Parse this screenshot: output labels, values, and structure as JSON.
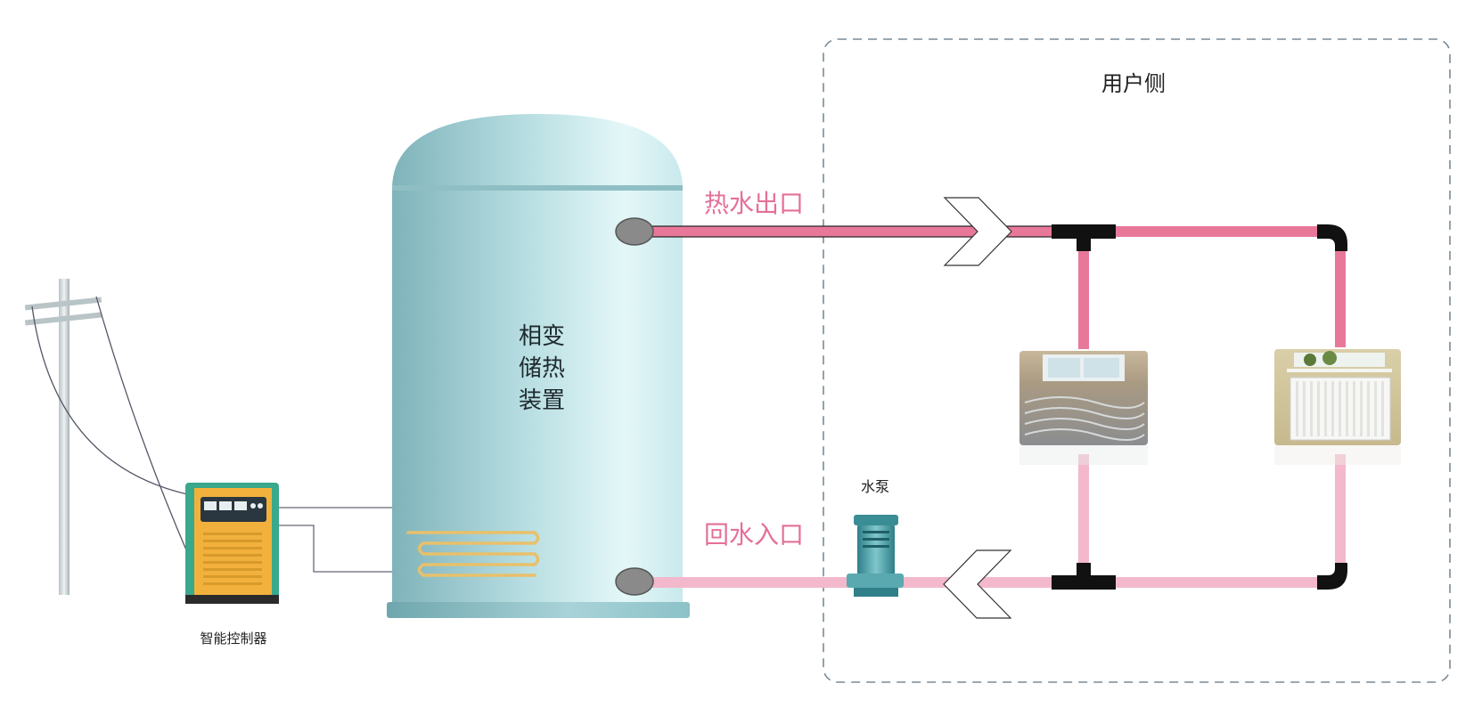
{
  "labels": {
    "user_side": "用户侧",
    "tank_line1": "相变",
    "tank_line2": "储热",
    "tank_line3": "装置",
    "hot_outlet": "热水出口",
    "return_inlet": "回水入口",
    "pump": "水泵",
    "controller": "智能控制器"
  },
  "colors": {
    "hot_pipe": "#e8789a",
    "return_pipe": "#f3b8cb",
    "tank_body": "#a9d5da",
    "tank_highlight": "#dcf3f5",
    "coil": "#e8c06a",
    "controller_body": "#f2b13c",
    "controller_frame": "#3aa88a",
    "dashed_border": "#7a8a95",
    "label_pink": "#e4709a"
  },
  "icons": {
    "utility_pole": "utility-pole-icon",
    "pump": "water-pump-icon",
    "floor_heating": "floor-heating-photo",
    "radiator": "radiator-photo"
  }
}
